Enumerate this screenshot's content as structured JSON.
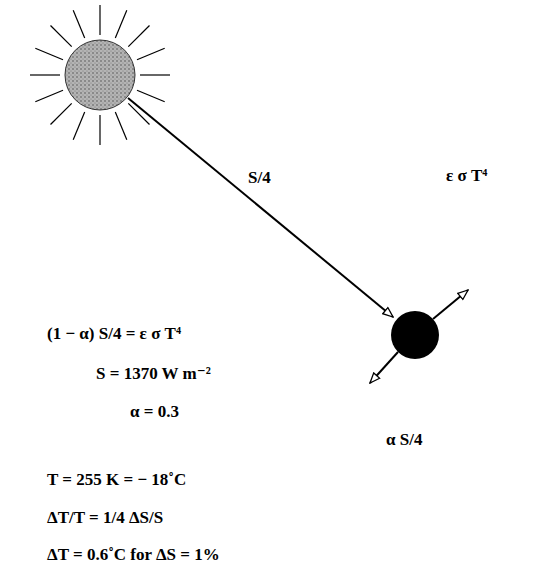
{
  "diagram": {
    "labels": [
      "S/4",
      "ε σ T⁴",
      "α S/4",
      "(1 − α) S/4 = ε σ T⁴",
      "S = 1370 W m⁻²",
      "α = 0.3",
      "T = 255 K = − 18˚C",
      "ΔT/T = 1/4  ΔS/S",
      "ΔT = 0.6˚C for ΔS = 1%"
    ]
  }
}
